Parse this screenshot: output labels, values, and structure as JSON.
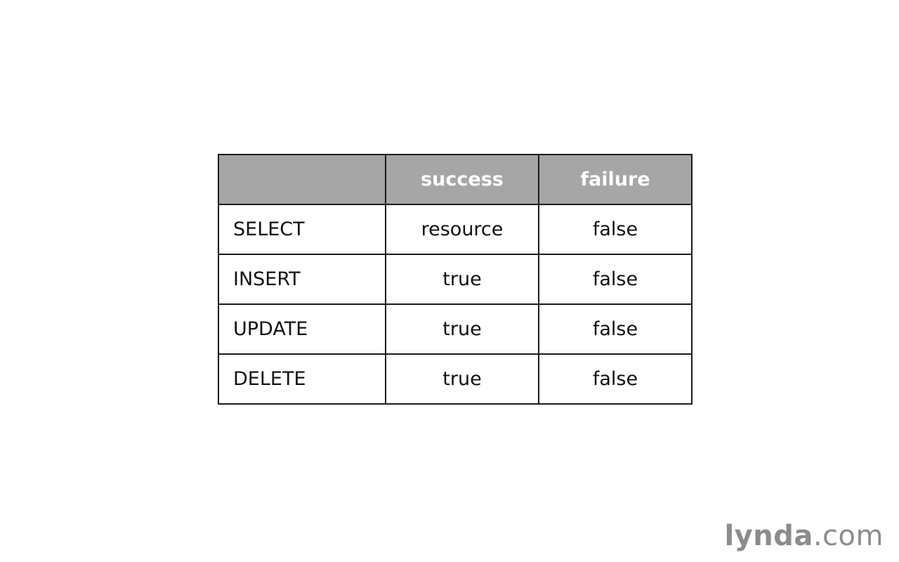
{
  "table": {
    "header": [
      "",
      "success",
      "failure"
    ],
    "rows": [
      {
        "label": "SELECT",
        "success": "resource",
        "failure": "false"
      },
      {
        "label": "INSERT",
        "success": "true",
        "failure": "false"
      },
      {
        "label": "UPDATE",
        "success": "true",
        "failure": "false"
      },
      {
        "label": "DELETE",
        "success": "true",
        "failure": "false"
      }
    ]
  },
  "logo": {
    "name": "lynda",
    "tld": ".com"
  },
  "colors": {
    "header_bg": "#a6a6a6",
    "header_text": "#ffffff",
    "border": "#1a1a1a",
    "logo": "#8c8c8c"
  }
}
